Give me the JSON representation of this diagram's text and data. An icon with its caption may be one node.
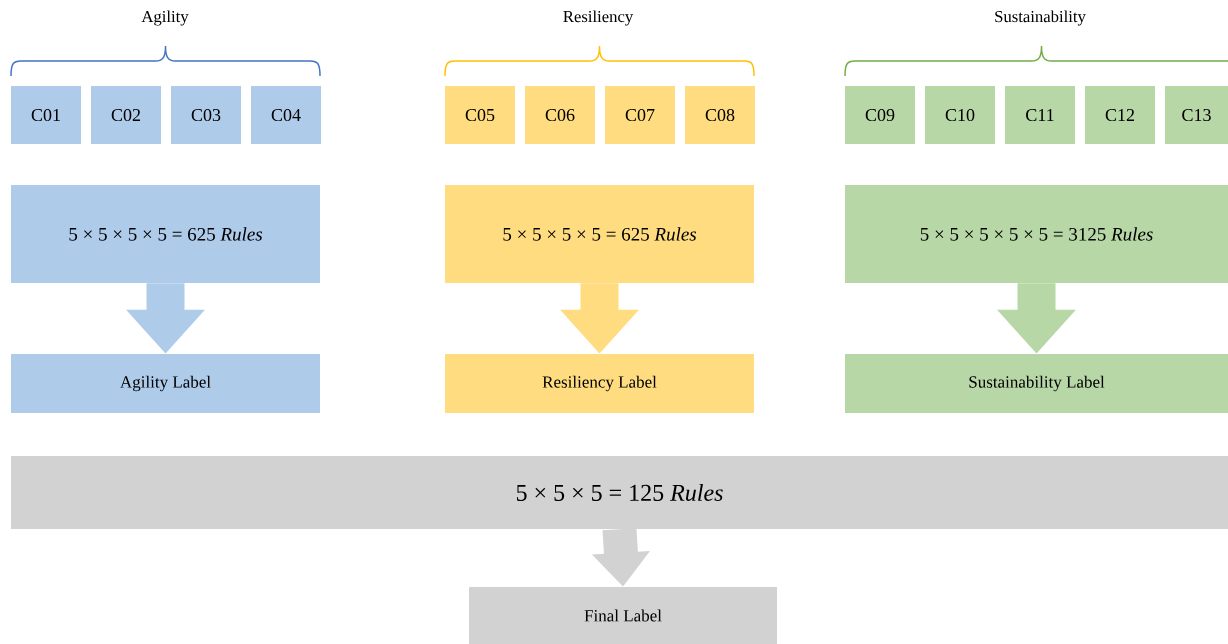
{
  "diagram": {
    "nodes": [
      {
        "text": [
          "C01"
        ]
      },
      {
        "text": [
          "C02"
        ]
      },
      {
        "text": [
          "C03"
        ]
      },
      {
        "text": [
          "C04"
        ]
      },
      {
        "text": [
          "C05"
        ]
      },
      {
        "text": [
          "C06"
        ]
      },
      {
        "text": [
          "C07"
        ]
      },
      {
        "text": [
          "C08"
        ]
      },
      {
        "text": [
          "C09"
        ]
      },
      {
        "text": [
          "C10"
        ]
      },
      {
        "text": [
          "C11"
        ]
      },
      {
        "text": [
          "C12"
        ]
      },
      {
        "text": [
          "C13"
        ]
      },
      {
        "text": [
          "5 × 5 × 5 × 5 = 625 *Rules*"
        ]
      },
      {
        "text": [
          "5 × 5 × 5 × 5 = 625 *Rules*"
        ]
      },
      {
        "text": [
          "5 × 5 × 5 × 5 × 5 = 3125 *Rules*"
        ]
      },
      {
        "text": [
          "Agility Label"
        ]
      },
      {
        "text": [
          "Resiliency Label"
        ]
      },
      {
        "text": [
          "Sustainability Label"
        ]
      },
      {
        "text": [
          "5 × 5 × 5 = 125 *Rules*"
        ]
      },
      {
        "text": [
          "Final Label"
        ]
      }
    ],
    "edges": [
      {
        "from": 13,
        "to": 16,
        "arrow": "to",
        "color": "#aecbea"
      },
      {
        "from": 14,
        "to": 17,
        "arrow": "to",
        "color": "#ffdc7f"
      },
      {
        "from": 15,
        "to": 18,
        "arrow": "to",
        "color": "#b8d7a6"
      },
      {
        "from": 19,
        "to": 20,
        "arrow": "to",
        "color": "#d2d2d2"
      }
    ],
    "labels": [
      "Agility",
      "Resiliency",
      "Sustainability"
    ]
  }
}
